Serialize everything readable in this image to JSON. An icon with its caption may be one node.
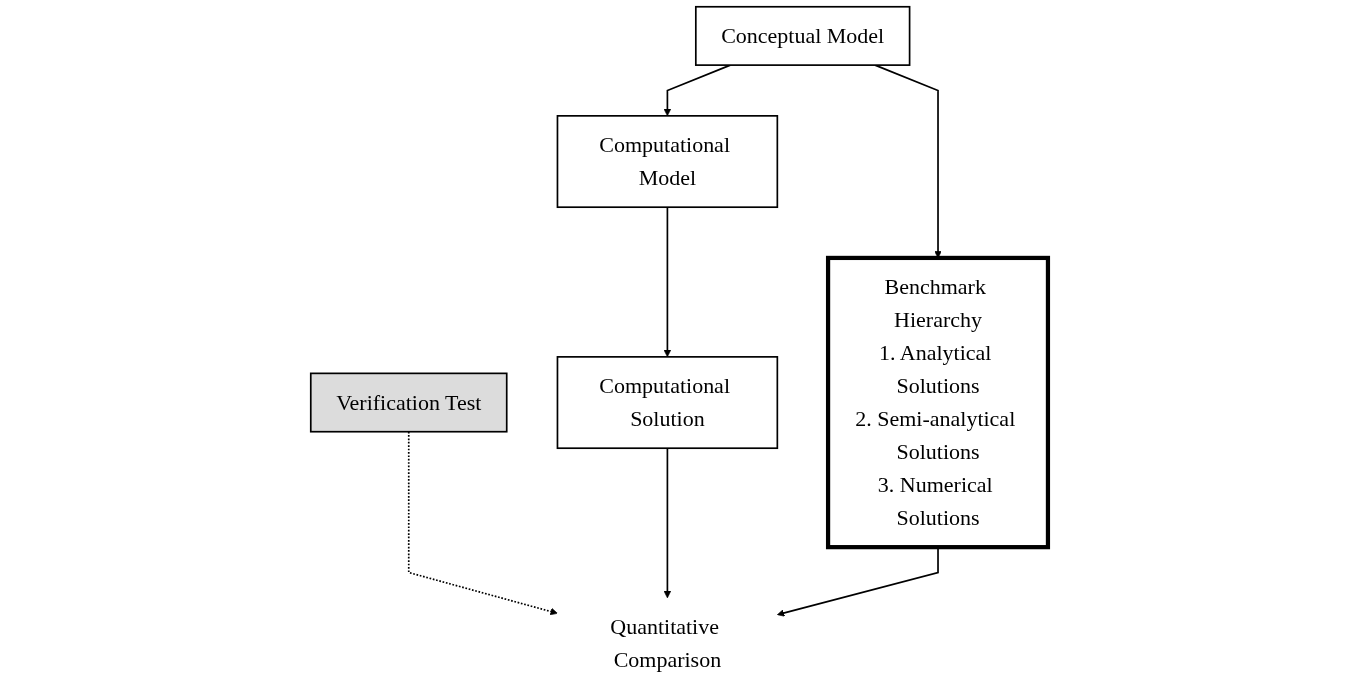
{
  "diagram": {
    "nodes": [
      {
        "text": [
          "Conceptual Model"
        ]
      },
      {
        "text": [
          "Computational Model"
        ]
      },
      {
        "text": [
          "Benchmark Hierarchy",
          "1. Analytical Solutions",
          "2. Semi-analytical Solutions",
          "3. Numerical Solutions"
        ]
      },
      {
        "text": [
          "Verification Test"
        ]
      },
      {
        "text": [
          "Computational Solution"
        ]
      },
      {
        "text": [
          "Quantitative Comparison"
        ]
      }
    ],
    "edges": [
      {
        "from": 0,
        "to": 1,
        "arrow": "to"
      },
      {
        "from": 0,
        "to": 2,
        "arrow": "to"
      },
      {
        "from": 1,
        "to": 4,
        "arrow": "to"
      },
      {
        "from": 3,
        "to": 5,
        "arrow": "to",
        "style": "dashed"
      },
      {
        "from": 4,
        "to": 5,
        "arrow": "to"
      },
      {
        "from": 2,
        "to": 5,
        "arrow": "to"
      }
    ]
  }
}
